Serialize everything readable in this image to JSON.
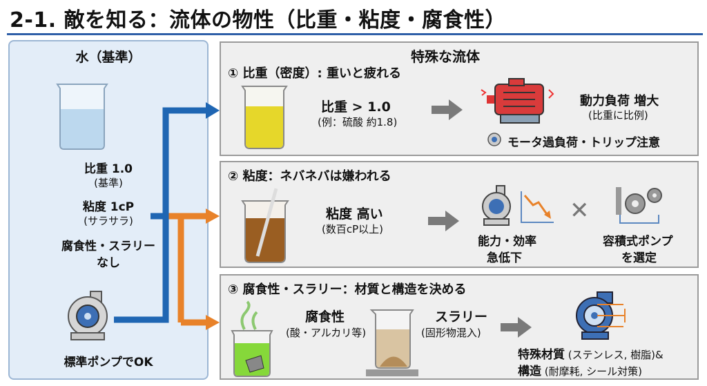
{
  "title": "2-1. 敵を知る：流体の物性（比重・粘度・腐食性）",
  "left": {
    "heading": "水（基準）",
    "sg": "比重 1.0",
    "sg_note": "(基準)",
    "visc": "粘度 1cP",
    "visc_note": "(サラサラ)",
    "corr": "腐食性・スラリー",
    "corr_note": "なし",
    "pump_label": "標準ポンプでOK"
  },
  "special_title": "特殊な流体",
  "p1": {
    "heading": "① 比重（密度）: 重いと疲れる",
    "main": "比重 > 1.0",
    "sub": "(例：硫酸 約1.8)",
    "result": "動力負荷 増大",
    "result_sub": "(比重に比例)",
    "warn": "モータ過負荷・トリップ注意"
  },
  "p2": {
    "heading": "② 粘度：ネバネバは嫌われる",
    "main": "粘度 高い",
    "sub": "(数百cP以上)",
    "result1": "能力・効率",
    "result2": "急低下",
    "alt1": "容積式ポンプ",
    "alt2": "を選定"
  },
  "p3": {
    "heading": "③ 腐食性・スラリー：材質と構造を決める",
    "c_main": "腐食性",
    "c_sub": "(酸・アルカリ等)",
    "s_main": "スラリー",
    "s_sub": "(固形物混入)",
    "r1_bold": "特殊材質",
    "r1_rest": " (ステンレス, 樹脂)&",
    "r2_bold": "構造",
    "r2_rest": " (耐摩耗, シール対策)"
  },
  "colors": {
    "blue": "#1f66b3",
    "orange": "#e8822a",
    "rule": "#2f5fa8"
  }
}
